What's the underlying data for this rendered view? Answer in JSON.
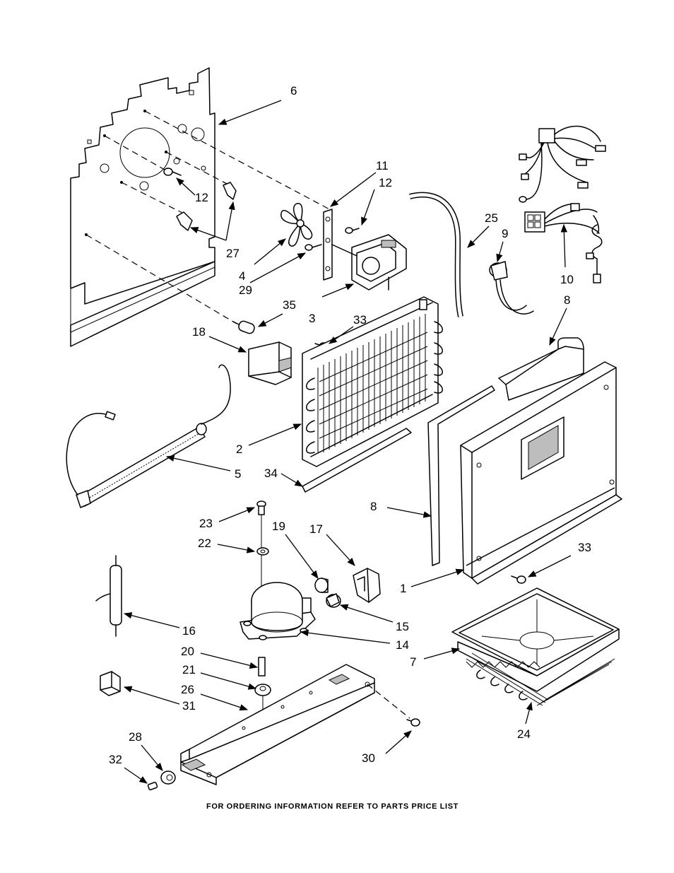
{
  "footer": "FOR ORDERING INFORMATION REFER TO PARTS PRICE LIST",
  "callouts": {
    "c1": "1",
    "c2": "2",
    "c3": "3",
    "c4": "4",
    "c5": "5",
    "c6": "6",
    "c7": "7",
    "c8a": "8",
    "c8b": "8",
    "c9": "9",
    "c10": "10",
    "c11": "11",
    "c12a": "12",
    "c12b": "12",
    "c14": "14",
    "c15": "15",
    "c16": "16",
    "c17": "17",
    "c18": "18",
    "c19": "19",
    "c20": "20",
    "c21": "21",
    "c22": "22",
    "c23": "23",
    "c24": "24",
    "c25": "25",
    "c26": "26",
    "c27": "27",
    "c28": "28",
    "c29": "29",
    "c30": "30",
    "c31": "31",
    "c32": "32",
    "c33a": "33",
    "c33b": "33",
    "c34": "34",
    "c35": "35"
  }
}
